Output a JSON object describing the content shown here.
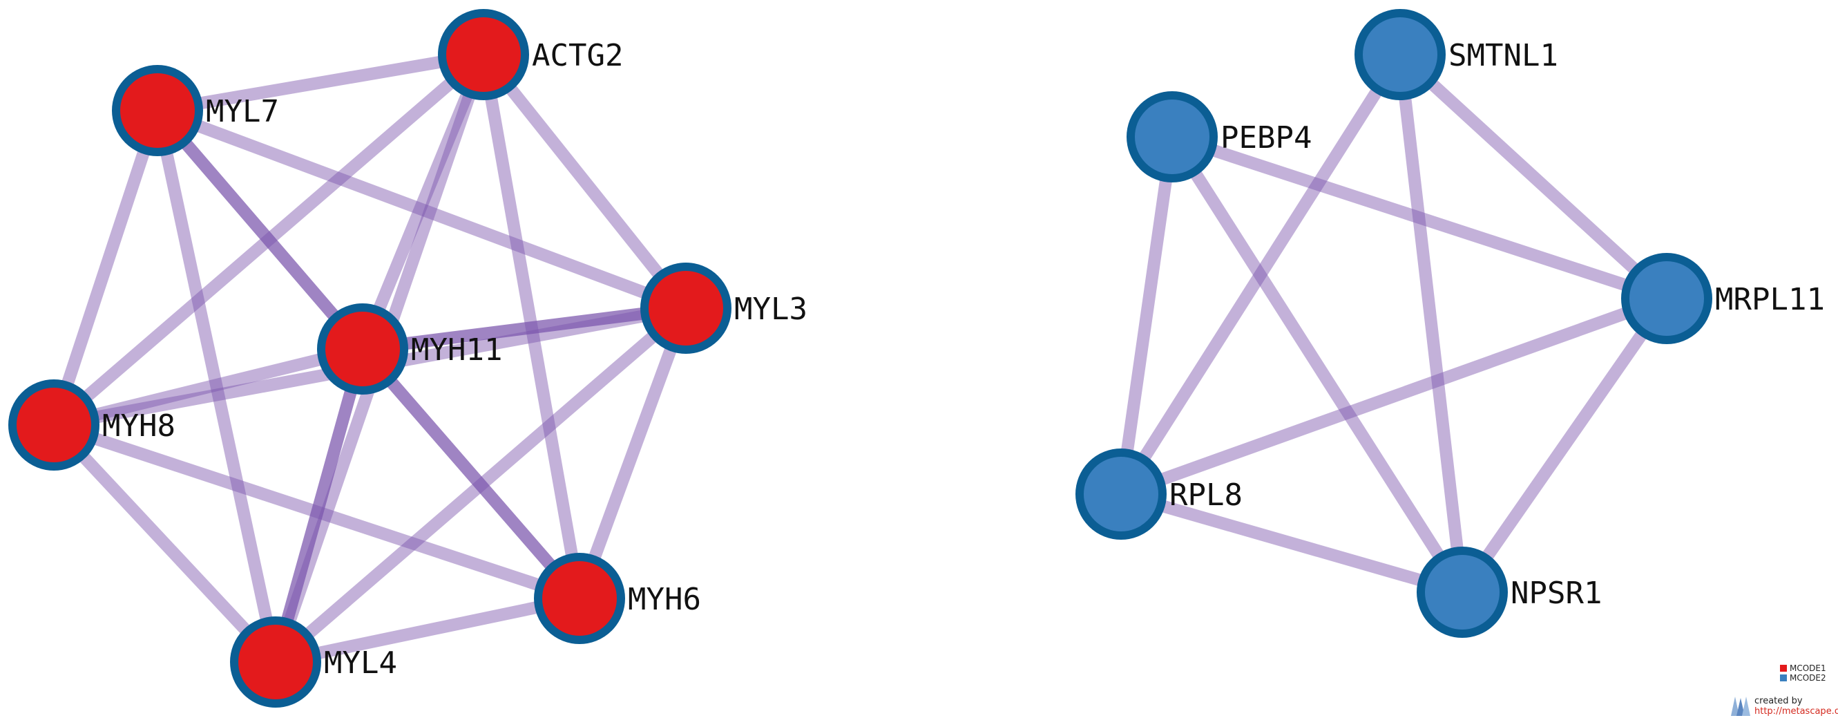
{
  "diagram": {
    "edge_color": "#7b55ad",
    "node_border_color": "#0b5e94",
    "clusters": [
      {
        "name": "MCODE1",
        "color": "#e31a1c",
        "nodes": [
          "ACTG2",
          "MYL7",
          "MYL3",
          "MYH11",
          "MYH8",
          "MYH6",
          "MYL4"
        ],
        "edges": [
          [
            "MYL7",
            "ACTG2",
            1
          ],
          [
            "MYL7",
            "MYL3",
            1
          ],
          [
            "MYL7",
            "MYH11",
            2
          ],
          [
            "MYL7",
            "MYH8",
            1
          ],
          [
            "MYL7",
            "MYL4",
            1
          ],
          [
            "ACTG2",
            "MYL3",
            1
          ],
          [
            "ACTG2",
            "MYH11",
            1
          ],
          [
            "ACTG2",
            "MYH8",
            1
          ],
          [
            "ACTG2",
            "MYH6",
            1
          ],
          [
            "ACTG2",
            "MYL4",
            1
          ],
          [
            "MYL3",
            "MYH11",
            2
          ],
          [
            "MYL3",
            "MYH8",
            1
          ],
          [
            "MYL3",
            "MYH6",
            1
          ],
          [
            "MYL3",
            "MYL4",
            1
          ],
          [
            "MYH11",
            "MYH8",
            1
          ],
          [
            "MYH11",
            "MYH6",
            2
          ],
          [
            "MYH11",
            "MYL4",
            2
          ],
          [
            "MYH8",
            "MYH6",
            1
          ],
          [
            "MYH8",
            "MYL4",
            1
          ],
          [
            "MYH6",
            "MYL4",
            1
          ]
        ]
      },
      {
        "name": "MCODE2",
        "color": "#3a80bf",
        "nodes": [
          "SMTNL1",
          "PEBP4",
          "MRPL11",
          "RPL8",
          "NPSR1"
        ],
        "edges": [
          [
            "SMTNL1",
            "MRPL11",
            1
          ],
          [
            "SMTNL1",
            "RPL8",
            1
          ],
          [
            "SMTNL1",
            "NPSR1",
            1
          ],
          [
            "PEBP4",
            "MRPL11",
            1
          ],
          [
            "PEBP4",
            "RPL8",
            1
          ],
          [
            "PEBP4",
            "NPSR1",
            1
          ],
          [
            "MRPL11",
            "RPL8",
            1
          ],
          [
            "MRPL11",
            "NPSR1",
            1
          ],
          [
            "RPL8",
            "NPSR1",
            1
          ]
        ]
      }
    ]
  },
  "legend": {
    "items": [
      {
        "label": "MCODE1",
        "color": "#e31a1c"
      },
      {
        "label": "MCODE2",
        "color": "#3a80bf"
      }
    ]
  },
  "credit": {
    "created_by": "created by",
    "url": "http://metascape.org",
    "logo_icon": "metascape-logo-icon"
  }
}
